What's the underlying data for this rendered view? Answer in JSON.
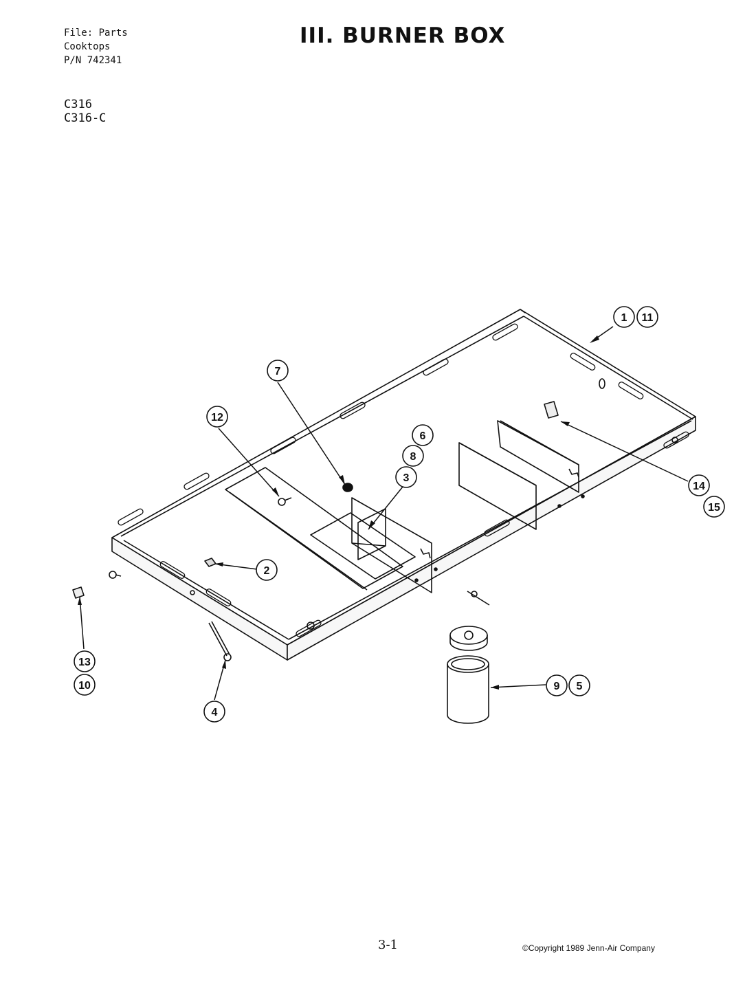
{
  "header": {
    "file_line": "File: Parts",
    "category": "Cooktops",
    "part_number": "P/N 742341"
  },
  "models": [
    "C316",
    "C316-C"
  ],
  "title": "III. BURNER BOX",
  "callouts": {
    "c1": "1",
    "c11": "11",
    "c7": "7",
    "c12": "12",
    "c6": "6",
    "c8": "8",
    "c3": "3",
    "c14": "14",
    "c15": "15",
    "c2": "2",
    "c13": "13",
    "c10": "10",
    "c4": "4",
    "c9": "9",
    "c5": "5"
  },
  "footer": {
    "page_number": "3-1",
    "copyright": "©Copyright 1989 Jenn-Air Company"
  }
}
